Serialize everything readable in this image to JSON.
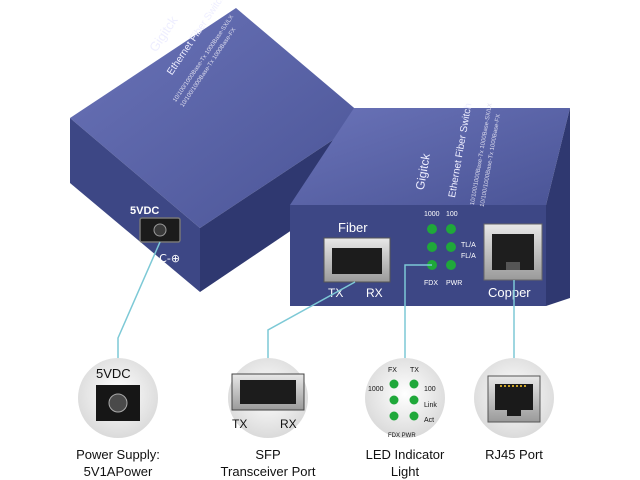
{
  "left_unit": {
    "brand": "Gigitck",
    "product": "Ethernet Fiber Switch",
    "spec_line_1": "10/100/1000Base-Tx 1000Base-SX/LX",
    "spec_line_2": "10/100/1000Base-Tx 1000Base-FX",
    "power_label": "5VDC",
    "polarity": "⊖-C-⊕"
  },
  "right_unit": {
    "brand": "Gigitck",
    "product": "Ethernet Fiber Switch",
    "spec_line_1": "10/100/1000Base-Tx 1000Base-SX/LX",
    "spec_line_2": "10/100/1000Base-Tx 1000Base-FX",
    "fiber_label": "Fiber",
    "tx": "TX",
    "rx": "RX",
    "led_1000": "1000",
    "led_100": "100",
    "led_tla": "TL/A",
    "led_fla": "FL/A",
    "led_fdx": "FDX",
    "led_pwr": "PWR",
    "copper_label": "Copper"
  },
  "callouts": {
    "power": {
      "inset_text": "5VDC",
      "line1": "Power Supply:",
      "line2": "5V1APower"
    },
    "sfp": {
      "tx": "TX",
      "rx": "RX",
      "line1": "SFP",
      "line2": "Transceiver Port"
    },
    "led": {
      "fx": "FX",
      "tx": "TX",
      "l1000": "1000",
      "l100": "100",
      "link": "Link",
      "act": "Act",
      "fdx_pwr": "FDX PWR",
      "line1": "LED Indicator",
      "line2": "Light"
    },
    "rj45": {
      "line1": "RJ45 Port"
    }
  },
  "colors": {
    "case_front": "#3d4785",
    "case_top": "#5a64a8",
    "case_side": "#2f3870",
    "led_green": "#1fa83a",
    "leader_line": "#7dc9d6"
  }
}
